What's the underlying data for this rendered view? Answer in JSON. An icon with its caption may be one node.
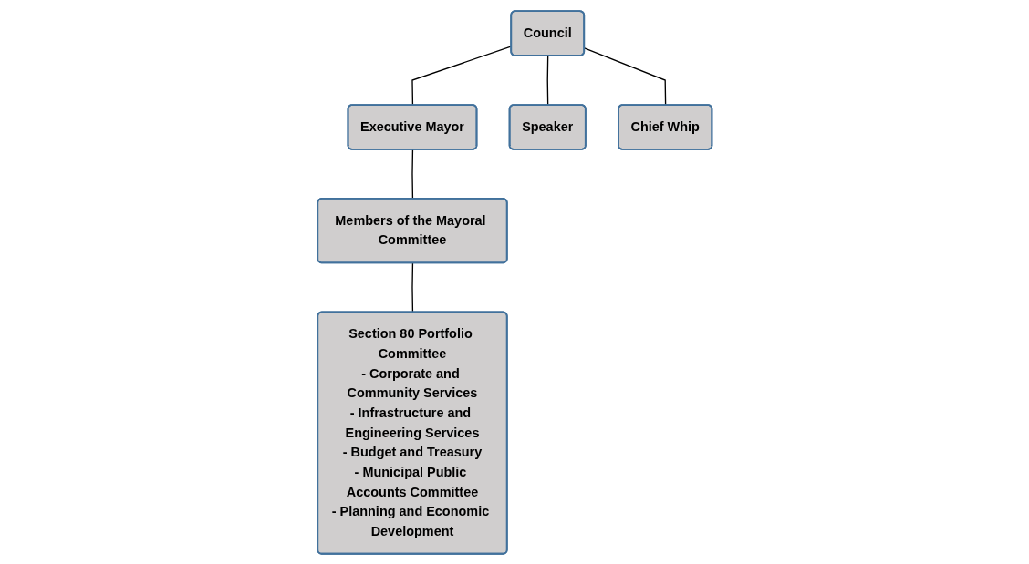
{
  "diagram": {
    "nodes": [
      {
        "text": [
          "Council"
        ]
      },
      {
        "text": [
          "Executive Mayor"
        ]
      },
      {
        "text": [
          "Speaker"
        ]
      },
      {
        "text": [
          "Chief Whip"
        ]
      },
      {
        "text": [
          "Members of the Mayoral Committee"
        ]
      },
      {
        "text": [
          "Section 80 Portfolio Committee",
          "- Corporate and Community Services",
          "- Infrastructure and Engineering Services",
          "- Budget and Treasury",
          "- Municipal Public Accounts Committee",
          "- Planning and Economic Development"
        ]
      }
    ],
    "edges": [
      {
        "from": 0,
        "to": 1,
        "arrow": "none"
      },
      {
        "from": 0,
        "to": 2,
        "arrow": "none"
      },
      {
        "from": 0,
        "to": 3,
        "arrow": "none"
      },
      {
        "from": 1,
        "to": 4,
        "arrow": "none"
      },
      {
        "from": 4,
        "to": 5,
        "arrow": "none"
      }
    ]
  }
}
